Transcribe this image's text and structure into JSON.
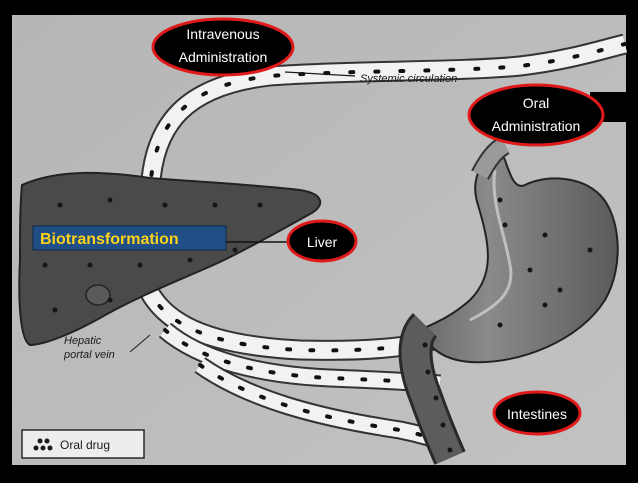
{
  "labels": {
    "intravenous_line1": "Intravenous",
    "intravenous_line2": "Administration",
    "oral_line1": "Oral",
    "oral_line2": "Administration",
    "liver": "Liver",
    "intestines": "Intestines",
    "biotransformation": "Biotransformation",
    "systemic_circulation": "Systemic circulation",
    "hepatic_line1": "Hepatic",
    "hepatic_line2": "portal vein",
    "legend": "Oral drug"
  },
  "colors": {
    "oval_fill": "#000000",
    "oval_stroke": "#e01a1a",
    "banner_fill": "#1f4f86",
    "banner_text": "#ffd21a",
    "background": "#b8b8b8",
    "organ": "#4a4a4a"
  }
}
